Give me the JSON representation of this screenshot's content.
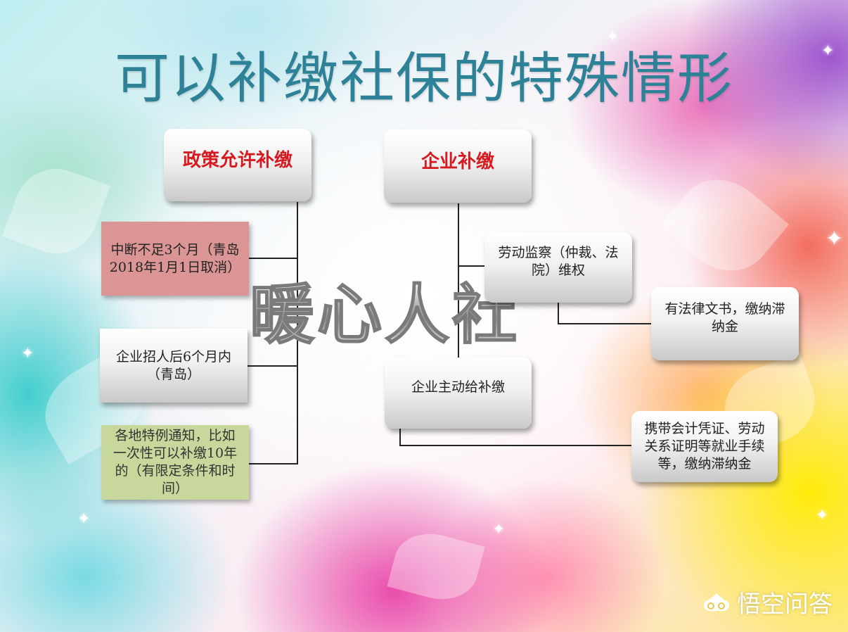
{
  "title": "可以补缴社保的特殊情形",
  "watermark": "暖心人社",
  "branches": {
    "policy": {
      "heading": "政策允许补缴",
      "items": [
        {
          "line1": "中断不足3个月（青岛",
          "line2": "2018年1月1日取消）"
        },
        {
          "line1": "企业招人后6个月内",
          "line2": "（青岛）"
        },
        {
          "line1": "各地特例通知，比如",
          "line2": "一次性可以补缴10年",
          "line3": "的（有限定条件和时",
          "line4": "间）"
        }
      ]
    },
    "company": {
      "heading": "企业补缴",
      "items": [
        {
          "line1": "劳动监察（仲裁、法",
          "line2": "院）维权",
          "detail": {
            "line1": "有法律文书，缴纳滞",
            "line2": "纳金"
          }
        },
        {
          "line1": "企业主动给补缴",
          "detail": {
            "line1": "携带会计凭证、劳动",
            "line2": "关系证明等就业手续",
            "line3": "等，缴纳滞纳金"
          }
        }
      ]
    }
  },
  "colors": {
    "title": "#2e8297",
    "heading": "#d71920",
    "pink_box": "#da9594",
    "green_box": "#c8d89c"
  },
  "brand": {
    "icon": "wukong-cloud-icon",
    "label": "悟空问答"
  }
}
